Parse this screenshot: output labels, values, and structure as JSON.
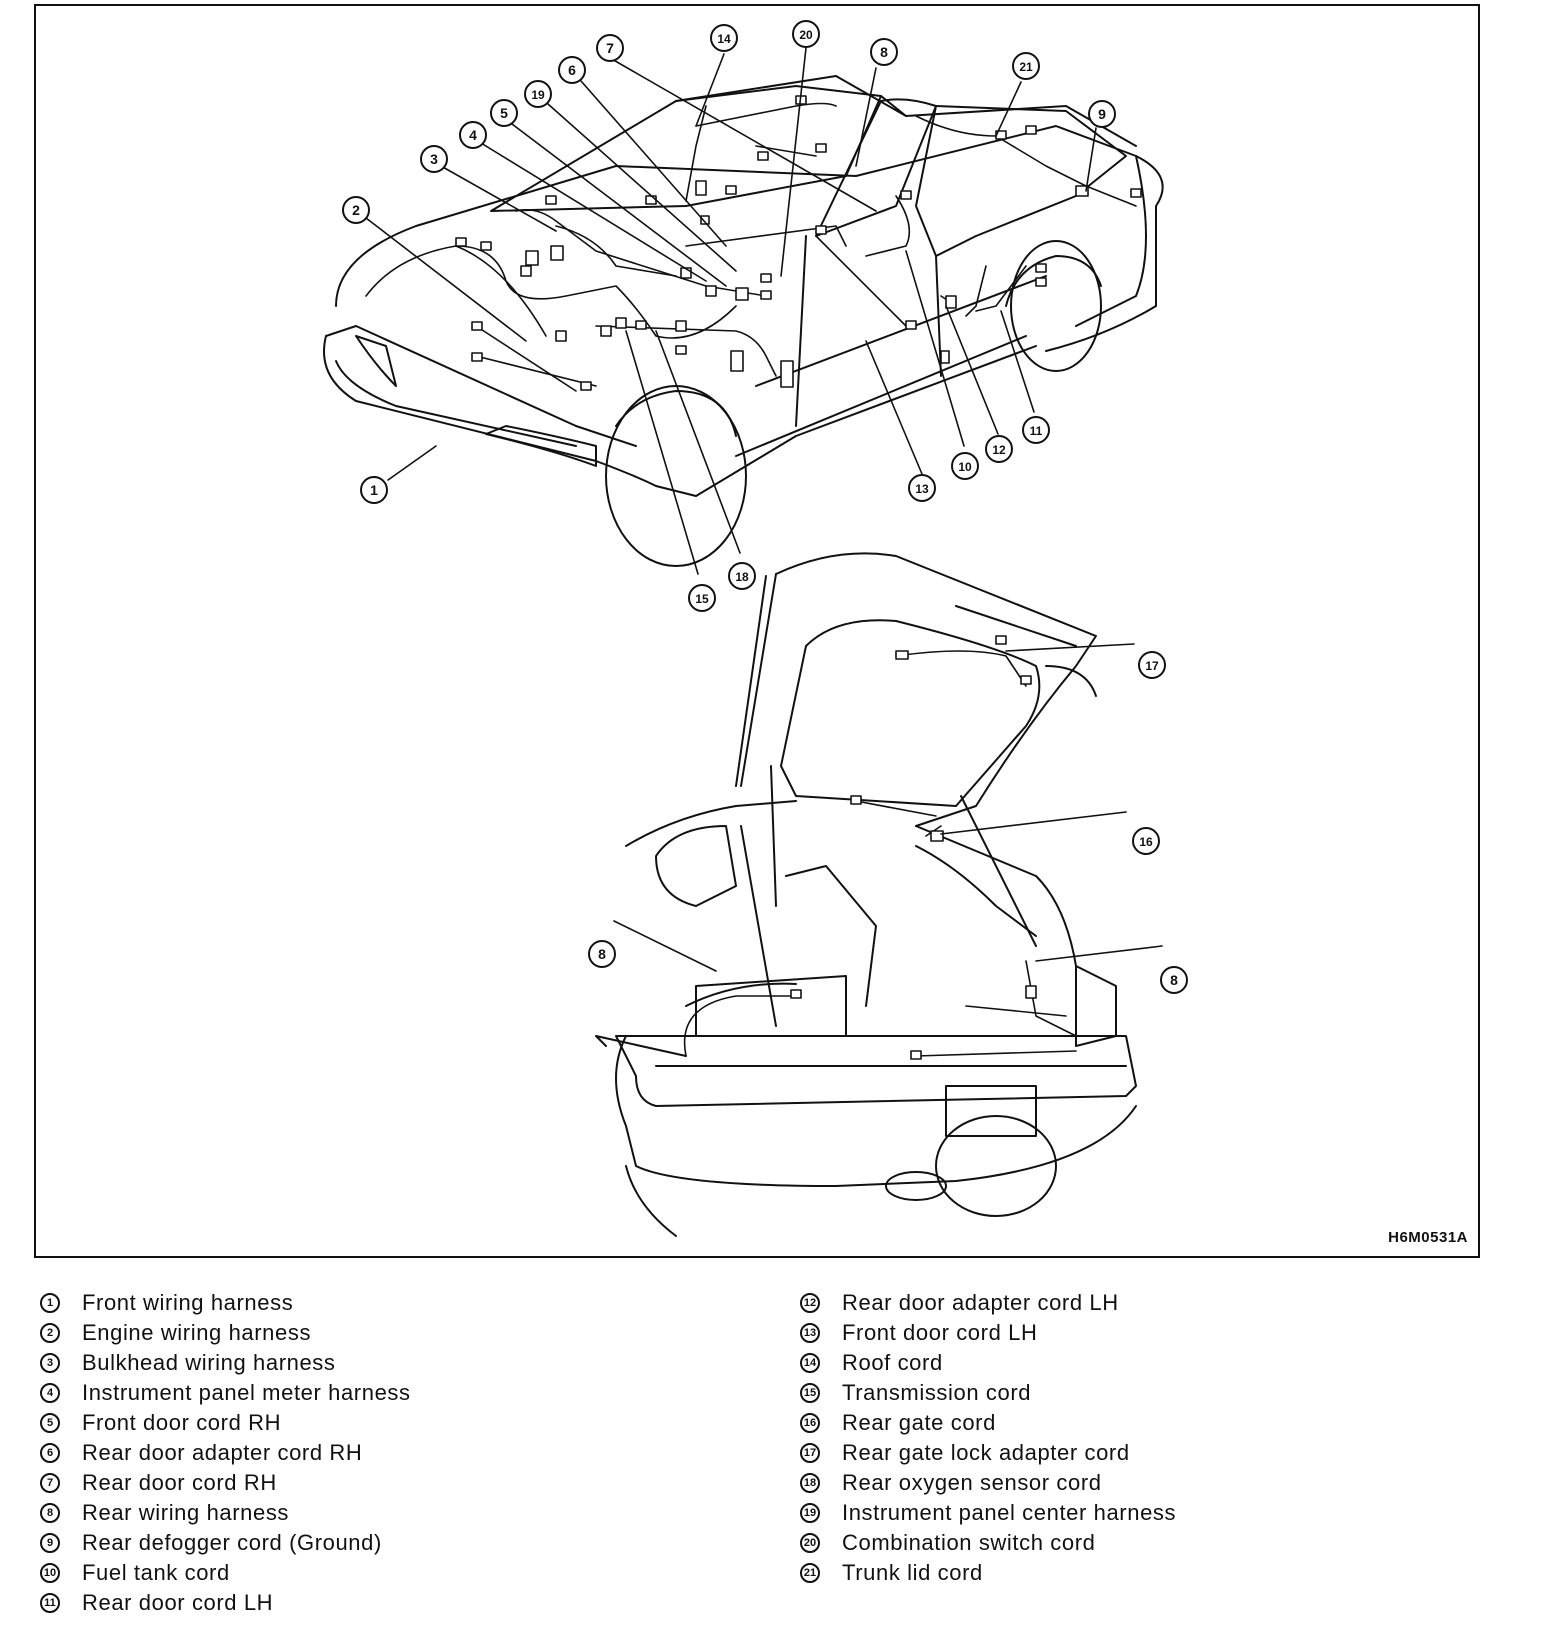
{
  "figure_code": "H6M0531A",
  "callouts": [
    "1",
    "2",
    "3",
    "4",
    "5",
    "6",
    "7",
    "8",
    "9",
    "10",
    "11",
    "12",
    "13",
    "14",
    "15",
    "16",
    "17",
    "18",
    "19",
    "20",
    "21"
  ],
  "legend_left": [
    {
      "num": "1",
      "label": "Front wiring harness"
    },
    {
      "num": "2",
      "label": "Engine wiring harness"
    },
    {
      "num": "3",
      "label": "Bulkhead wiring harness"
    },
    {
      "num": "4",
      "label": "Instrument panel meter harness"
    },
    {
      "num": "5",
      "label": "Front door cord RH"
    },
    {
      "num": "6",
      "label": "Rear door adapter cord RH"
    },
    {
      "num": "7",
      "label": "Rear door cord RH"
    },
    {
      "num": "8",
      "label": "Rear wiring harness"
    },
    {
      "num": "9",
      "label": "Rear defogger cord (Ground)"
    },
    {
      "num": "10",
      "label": "Fuel tank cord"
    },
    {
      "num": "11",
      "label": "Rear door cord LH"
    }
  ],
  "legend_right": [
    {
      "num": "12",
      "label": "Rear door adapter cord LH"
    },
    {
      "num": "13",
      "label": "Front door cord LH"
    },
    {
      "num": "14",
      "label": "Roof cord"
    },
    {
      "num": "15",
      "label": "Transmission cord"
    },
    {
      "num": "16",
      "label": "Rear gate cord"
    },
    {
      "num": "17",
      "label": "Rear gate lock adapter cord"
    },
    {
      "num": "18",
      "label": "Rear oxygen sensor cord"
    },
    {
      "num": "19",
      "label": "Instrument panel center harness"
    },
    {
      "num": "20",
      "label": "Combination switch cord"
    },
    {
      "num": "21",
      "label": "Trunk lid cord"
    }
  ]
}
